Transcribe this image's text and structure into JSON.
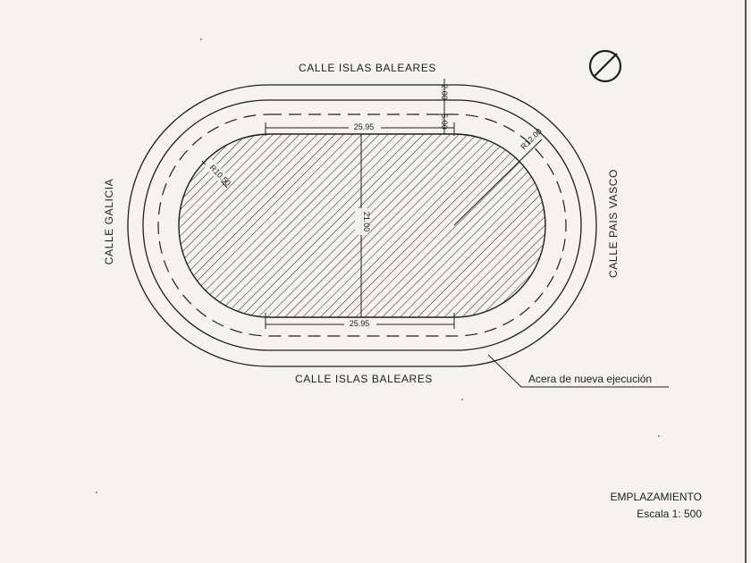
{
  "streets": {
    "top": "CALLE ISLAS BALEARES",
    "bottom": "CALLE ISLAS BALEARES",
    "left": "CALLE GALICIA",
    "right": "CALLE PAIS VASCO"
  },
  "dimensions": {
    "sidewalk_width": "2.00",
    "setback": "5.00",
    "straight_length_top": "25.95",
    "straight_length_bottom": "25.95",
    "plot_width": "21.00",
    "outer_radius": "R12.00",
    "inner_radius": "R10.50"
  },
  "annotation": {
    "new_sidewalk": "Acera de nueva ejecución"
  },
  "title_block": {
    "title": "EMPLAZAMIENTO",
    "scale": "Escala 1: 500"
  },
  "icons": [
    "north-arrow-icon"
  ]
}
